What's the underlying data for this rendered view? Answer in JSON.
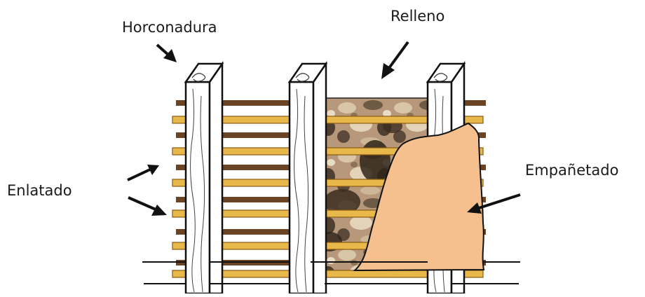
{
  "labels": {
    "horconadura": "Horconadura",
    "relleno": "Relleno",
    "enlatado": "Enlatado",
    "empanetado": "Empañetado"
  },
  "colors": {
    "slat": "#e8b84a",
    "slat_edge": "#8a5a12",
    "back_bar": "#6b4426",
    "post_fill": "#ffffff",
    "post_outline": "#111111",
    "plaster": "#f6c08e",
    "fill_stone": "#b79a78",
    "arrow": "#111111"
  },
  "icons": {
    "arrows": "black-arrow-icon",
    "fill_texture": "stone-rubble-texture",
    "plaster_layer": "torn-plaster-sheet"
  }
}
